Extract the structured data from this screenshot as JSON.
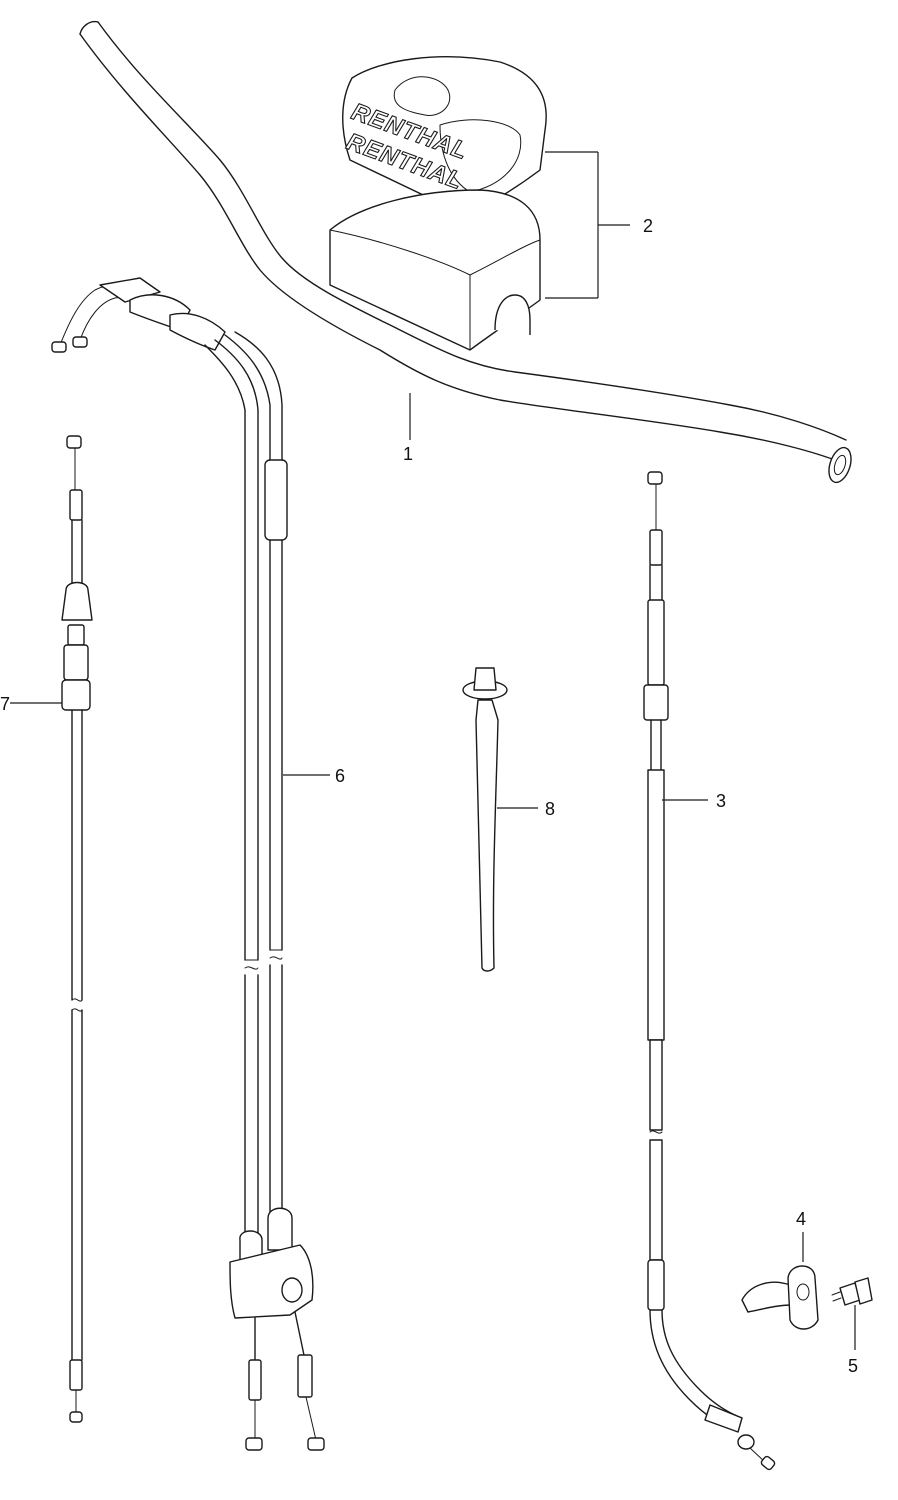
{
  "callouts": [
    {
      "id": "1",
      "text": "1"
    },
    {
      "id": "2",
      "text": "2"
    },
    {
      "id": "3",
      "text": "3"
    },
    {
      "id": "4",
      "text": "4"
    },
    {
      "id": "5",
      "text": "5"
    },
    {
      "id": "6",
      "text": "6"
    },
    {
      "id": "7",
      "text": "7"
    },
    {
      "id": "8",
      "text": "8"
    }
  ],
  "pad_brand": {
    "top": "RENTHAL",
    "bottom": "RENTHAL"
  }
}
